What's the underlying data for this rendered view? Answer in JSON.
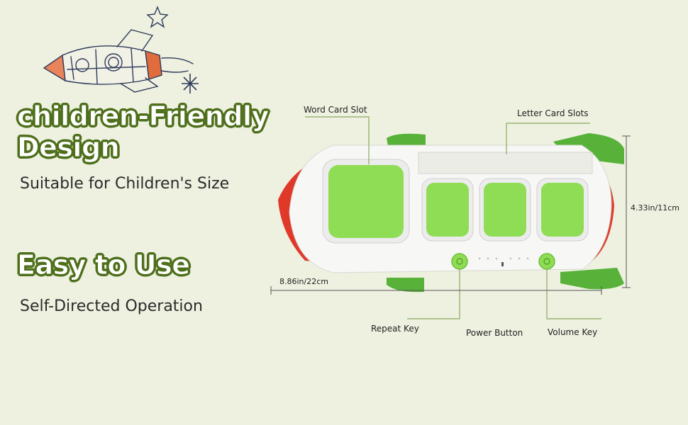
{
  "hero": {
    "headline_line1": "children-Friendly",
    "headline_line2": "Design",
    "subtitle": "Suitable for Children's Size"
  },
  "feature": {
    "headline": "Easy to Use",
    "subtitle": "Self-Directed Operation"
  },
  "callouts": {
    "word_card_slot": "Word Card Slot",
    "letter_card_slots": "Letter Card Slots",
    "repeat_key": "Repeat Key",
    "power_button": "Power Button",
    "volume_key": "Volume Key"
  },
  "dimensions": {
    "width": "8.86in/22cm",
    "height": "4.33in/11cm"
  },
  "colors": {
    "background": "#eef1e0",
    "headline_outline": "#4e6f1b",
    "card_green": "#8fdc55",
    "fin_green": "#58b23a",
    "nose_red": "#e0392a",
    "leader_green": "#8aa860"
  }
}
